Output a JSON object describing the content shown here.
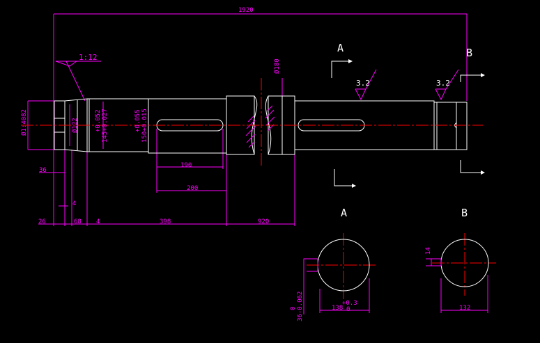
{
  "drawing": {
    "colors": {
      "background": "#000000",
      "outline": "#ffffff",
      "dimension": "#ff00ff",
      "centerline": "#ff0000",
      "hatch": "#ff00ff"
    },
    "dims": {
      "overall_length": "1920",
      "taper": "1:12",
      "phi180": "Ø180",
      "phi_end": "Ø1:4082",
      "phi122": "Ø122",
      "fit1_upper": "+0.052",
      "fit1_lower": "145+0.027",
      "fit2_upper": "+0.055",
      "fit2_lower": "150+0.015",
      "key1_len": "190",
      "key2_len": "200",
      "d36": "36",
      "d4a": "4",
      "d26": "26",
      "d68": "68",
      "d4b": "4",
      "d398": "398",
      "d920": "920",
      "secA_width": "138",
      "secA_tol_upper": "+0.3",
      "secA_tol_lower": "0",
      "secA_key_upper": "0",
      "secA_key_lower": "36-0.062",
      "secB_width": "132",
      "secB_key": "14"
    },
    "labels": {
      "section_a_top": "A",
      "section_b_top": "B",
      "section_a_view": "A",
      "section_b_view": "B",
      "roughness_1": "3.2",
      "roughness_2": "3.2"
    }
  }
}
